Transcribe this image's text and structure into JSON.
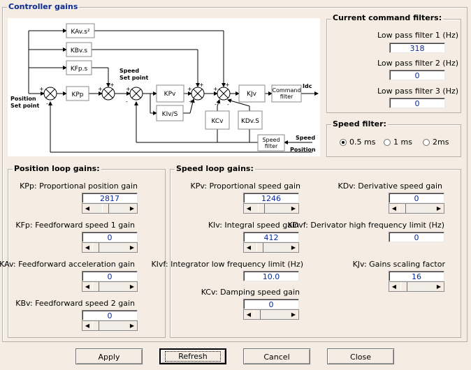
{
  "title": "Controller gains",
  "diagram": {
    "blocks": {
      "kav": "KAv.s²",
      "kbv": "KBv.s",
      "kfp": "KFp.s",
      "kpp": "KPp",
      "kpv": "KPv",
      "kiv": "KIv/S",
      "kcv": "KCv",
      "kdv": "KDv.S",
      "kjv": "KJv",
      "cmd1": "Command",
      "cmd2": "filter",
      "sf1": "Speed",
      "sf2": "filter"
    },
    "labels": {
      "pos1": "Position",
      "pos2": "Set point",
      "spd1": "Speed",
      "spd2": "Set point",
      "idc": "Idc",
      "speed": "Speed",
      "position": "Position"
    }
  },
  "command_filters": {
    "title": "Current command filters:",
    "items": [
      {
        "label": "Low pass filter 1 (Hz)",
        "value": "318"
      },
      {
        "label": "Low pass filter 2 (Hz)",
        "value": "0"
      },
      {
        "label": "Low pass filter 3 (Hz)",
        "value": "0"
      }
    ]
  },
  "speed_filter": {
    "title": "Speed filter:",
    "options": [
      "0.5 ms",
      "1 ms",
      "2ms"
    ],
    "selected": "0.5 ms"
  },
  "position_loop": {
    "title": "Position loop gains:",
    "items": [
      {
        "label": "KPp: Proportional position gain",
        "value": "2817"
      },
      {
        "label": "KFp: Feedforward speed 1 gain",
        "value": "0"
      },
      {
        "label": "KAv: Feedforward acceleration gain",
        "value": "0"
      },
      {
        "label": "KBv: Feedforward speed 2 gain",
        "value": "0"
      }
    ]
  },
  "speed_loop": {
    "title": "Speed loop gains:",
    "kpv": {
      "label": "KPv: Proportional speed gain",
      "value": "1246"
    },
    "kiv": {
      "label": "KIv: Integral speed gain",
      "value": "412"
    },
    "kivf": {
      "label": "KIvf: Integrator low frequency limit (Hz)",
      "value": "10.0"
    },
    "kcv": {
      "label": "KCv: Damping speed gain",
      "value": "0"
    },
    "kdv": {
      "label": "KDv: Derivative speed gain",
      "value": "0"
    },
    "kdvf": {
      "label": "KDvf: Derivator high frequency limit (Hz)",
      "value": "0"
    },
    "kjv": {
      "label": "KJv: Gains scaling factor",
      "value": "16"
    }
  },
  "buttons": {
    "apply": "Apply",
    "refresh": "Refresh",
    "cancel": "Cancel",
    "close": "Close"
  },
  "icons": {
    "scroll_left": "scroll-left-arrow-icon",
    "scroll_right": "scroll-right-arrow-icon"
  }
}
